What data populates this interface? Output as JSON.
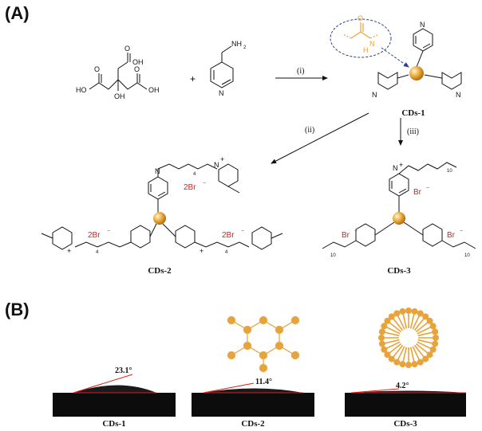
{
  "panels": {
    "a_label": "(A)",
    "b_label": "(B)"
  },
  "reaction": {
    "plus": "+",
    "step_i": "(i)",
    "step_ii": "(ii)",
    "step_iii": "(iii)",
    "citric_acid_labels": {
      "oh1": "HO",
      "oh2": "OH",
      "oh3": "OH",
      "oh4": "OH",
      "o1": "O",
      "o2": "O",
      "o3": "O"
    },
    "amine_label": "NH",
    "amine_sub": "2",
    "n_label": "N",
    "nplus": "+",
    "amide_labels": {
      "o": "O",
      "n": "N",
      "h": "H"
    }
  },
  "products": {
    "cds1": "CDs-1",
    "cds2": "CDs-2",
    "cds3": "CDs-3",
    "counterion_2br": "2Br",
    "counterion_br": "Br",
    "minus": "−",
    "chain4": "4",
    "chain10": "10"
  },
  "contact_angles": [
    {
      "caption": "CDs-1",
      "angle": "23.1°"
    },
    {
      "caption": "CDs-2",
      "angle": "11.4°"
    },
    {
      "caption": "CDs-3",
      "angle": "4.2°"
    }
  ],
  "colors": {
    "orange": "#e8a33a",
    "red": "#d62020",
    "dark": "#111111"
  }
}
